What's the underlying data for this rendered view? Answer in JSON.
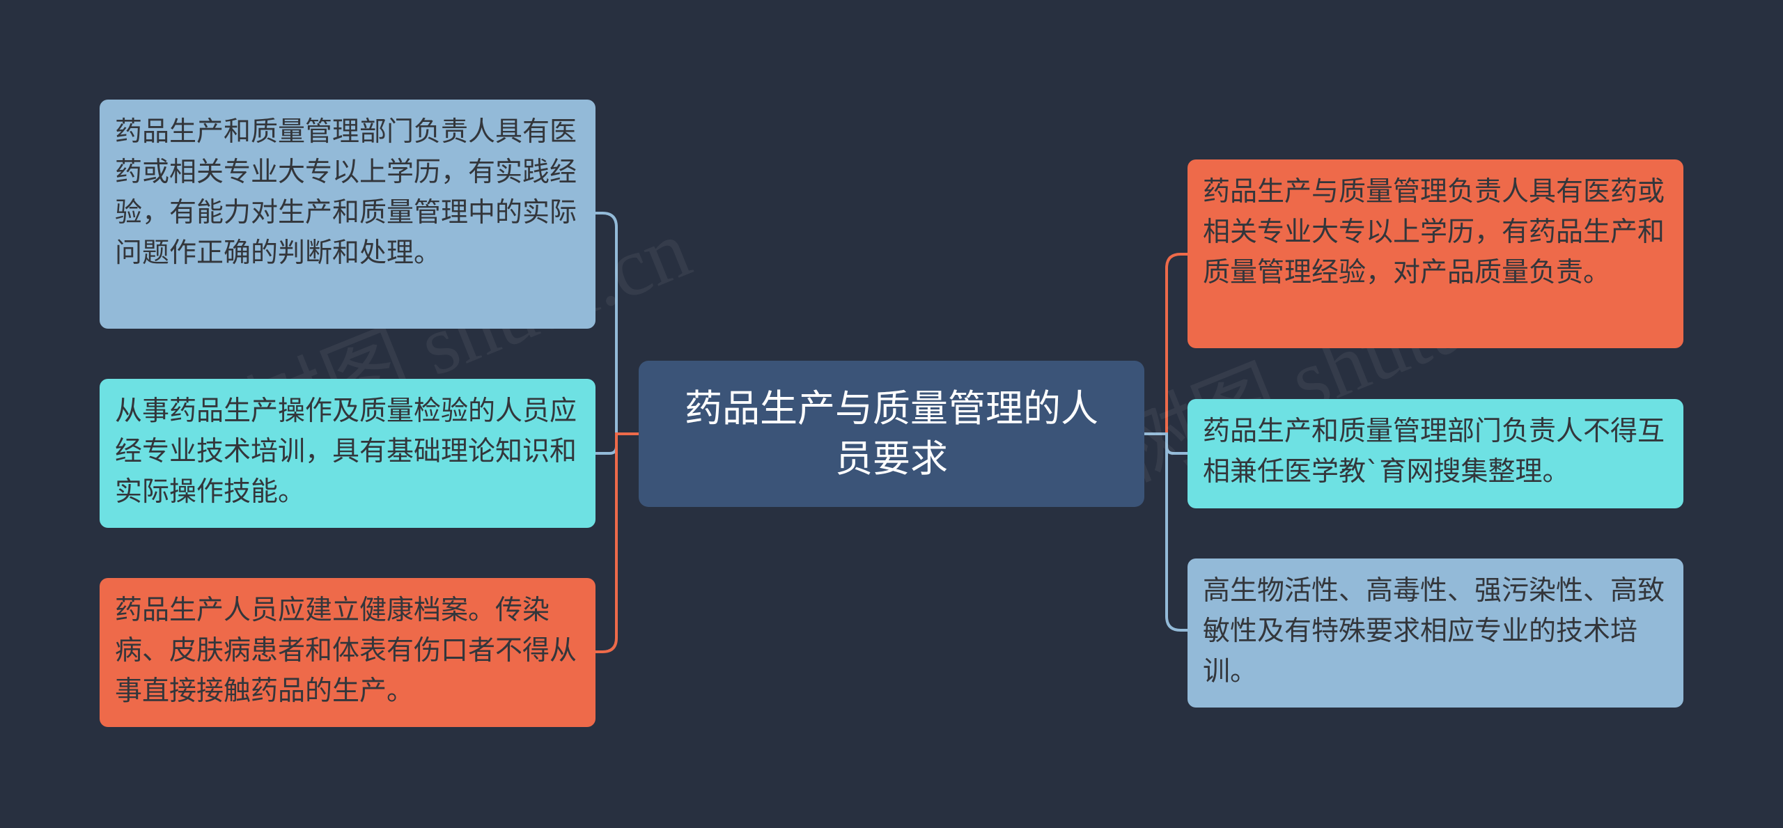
{
  "root": {
    "text": "药品生产与质量管理的人员要求",
    "color": "#3b5478"
  },
  "left_nodes": [
    {
      "text": "药品生产和质量管理部门负责人具有医药或相关专业大专以上学历，有实践经验，有能力对生产和质量管理中的实际问题作正确的判断和处理。",
      "color": "#93bad8",
      "line_color": "#93bad8"
    },
    {
      "text": "从事药品生产操作及质量检验的人员应经专业技术培训，具有基础理论知识和实际操作技能。",
      "color": "#6ee1e3",
      "line_color": "#93bad8"
    },
    {
      "text": "药品生产人员应建立健康档案。传染病、皮肤病患者和体表有伤口者不得从事直接接触药品的生产。",
      "color": "#ee6a4a",
      "line_color": "#ee6a4a"
    }
  ],
  "right_nodes": [
    {
      "text": "药品生产与质量管理负责人具有医药或相关专业大专以上学历，有药品生产和质量管理经验，对产品质量负责。",
      "color": "#ee6a4a",
      "line_color": "#ee6a4a"
    },
    {
      "text": "药品生产和质量管理部门负责人不得互相兼任医学教`育网搜集整理。",
      "color": "#6ee1e3",
      "line_color": "#93bad8"
    },
    {
      "text": "高生物活性、高毒性、强污染性、高致敏性及有特殊要求相应专业的技术培训。",
      "color": "#93bad8",
      "line_color": "#93bad8"
    }
  ],
  "watermark": {
    "text_left": "树图 shutu.cn",
    "text_right": "树图 shutu.cn"
  }
}
